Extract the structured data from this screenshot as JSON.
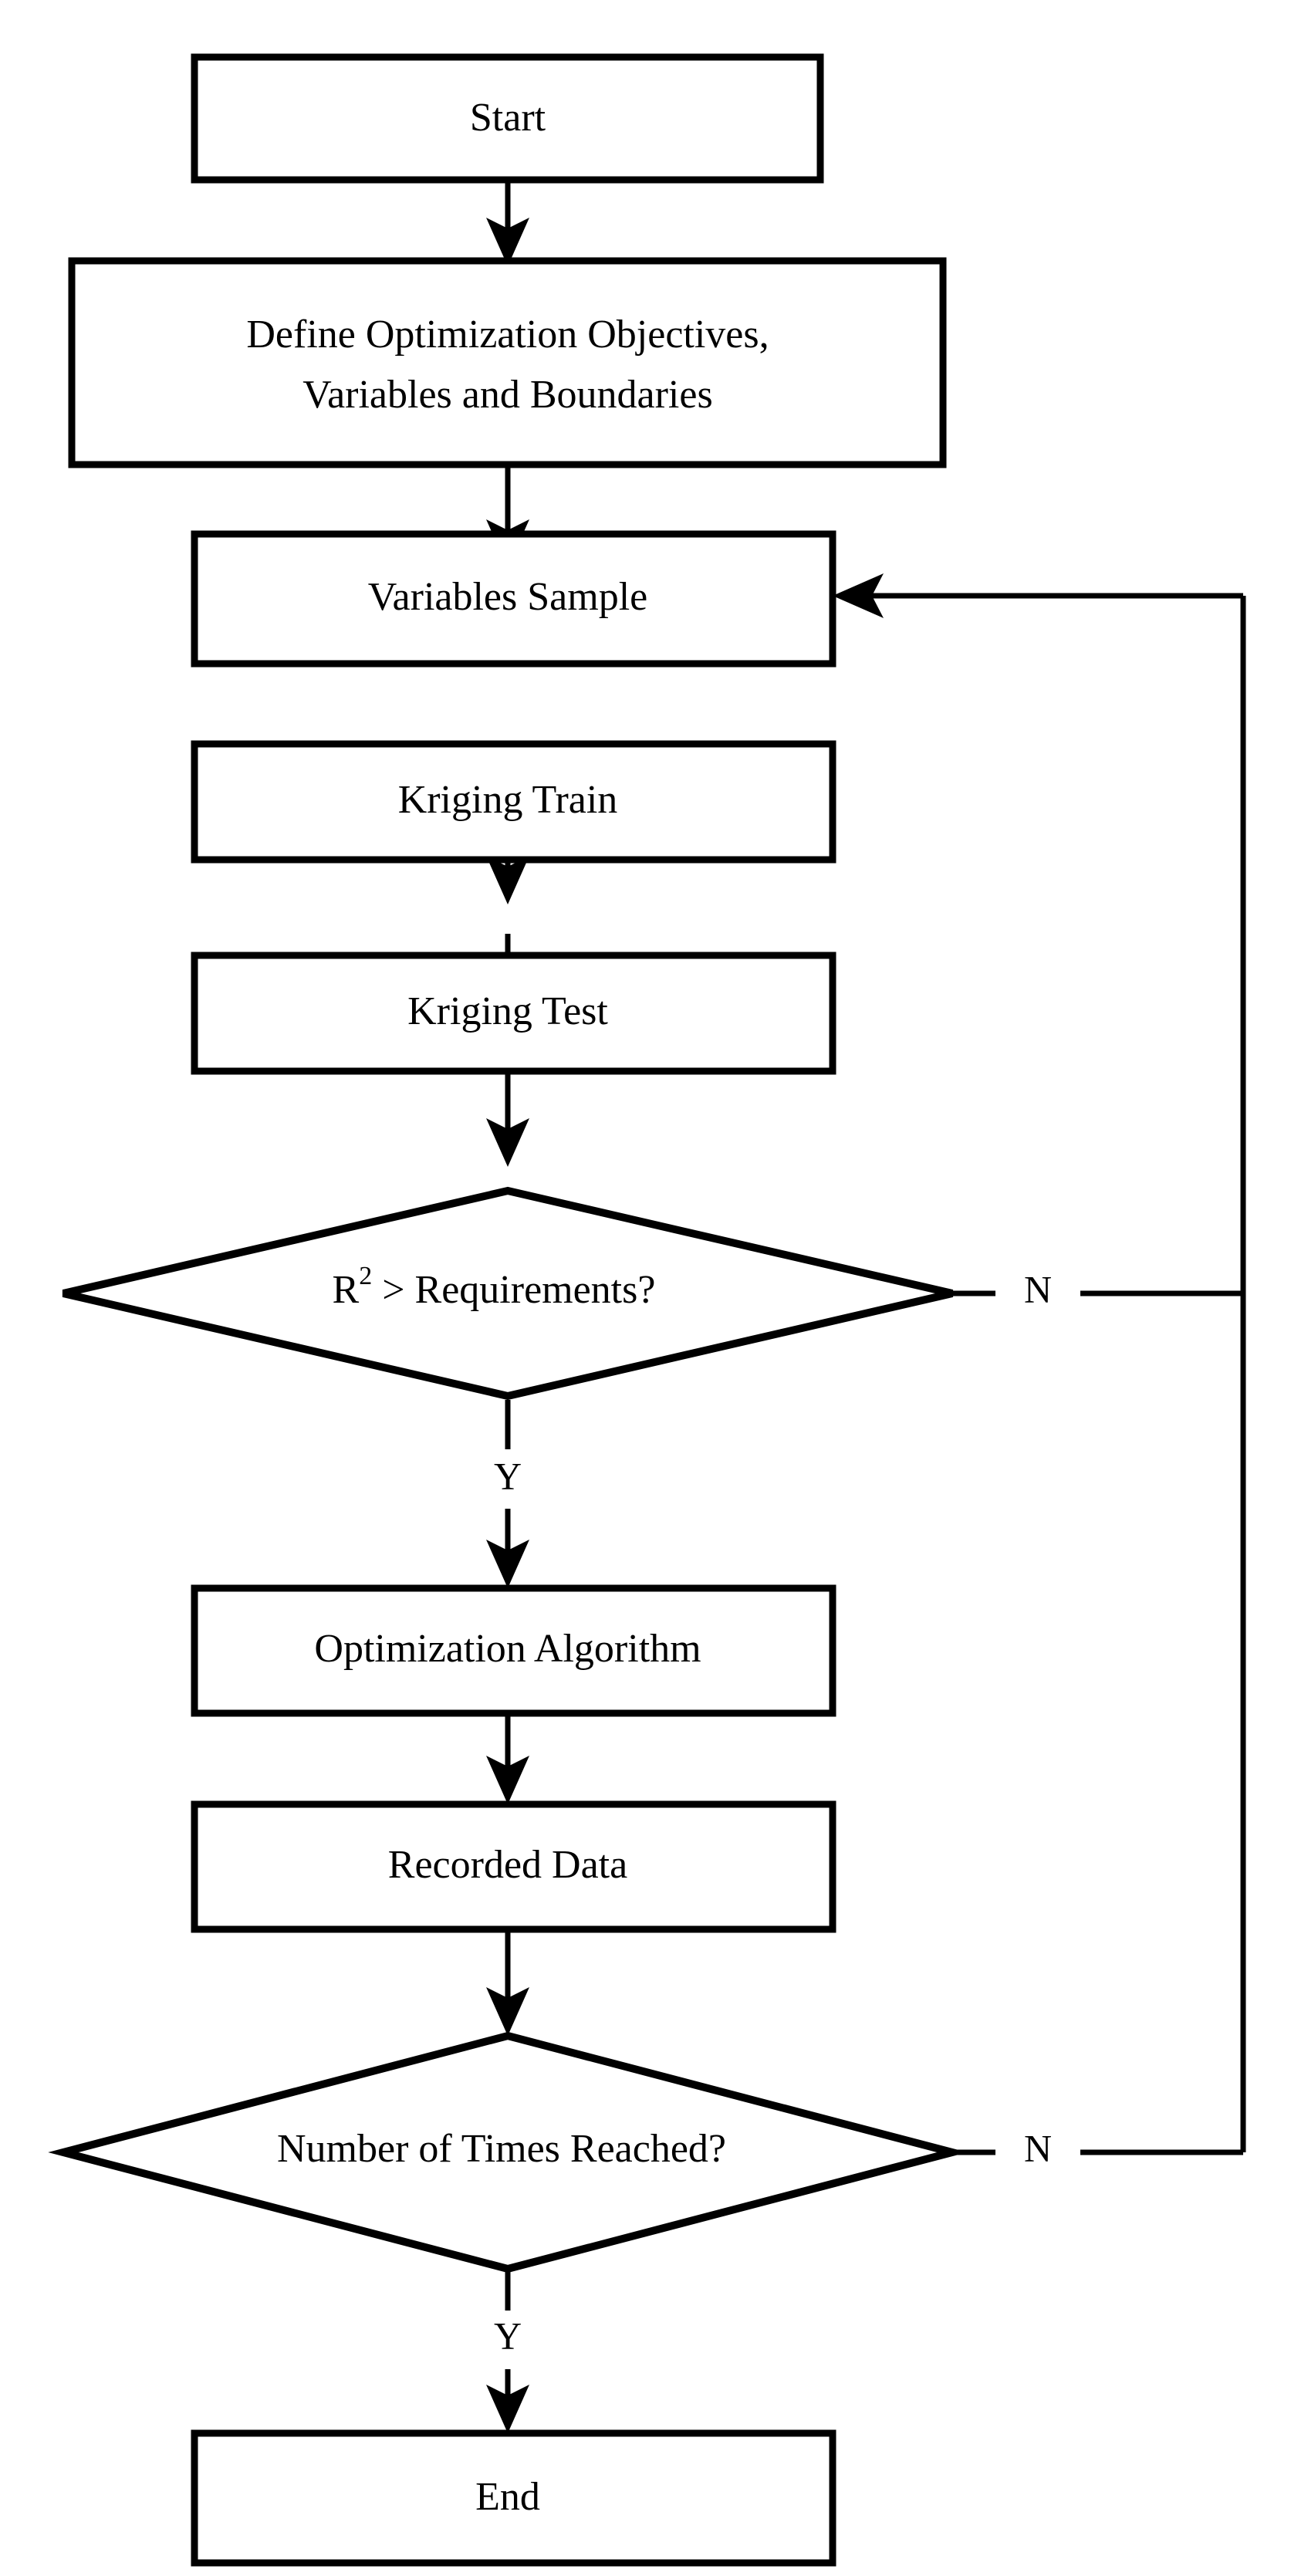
{
  "diagram": {
    "type": "flowchart",
    "title": "Kriging surrogate-based optimization flowchart",
    "orientation": "top-to-bottom",
    "background_color": "#ffffff",
    "line_color": "#000000",
    "fill_color": "#ffffff"
  },
  "nodes": {
    "start": {
      "label": "Start",
      "shape": "rectangle"
    },
    "define": {
      "label_line1": "Define Optimization Objectives,",
      "label_line2": "Variables and Boundaries",
      "shape": "rectangle"
    },
    "variables_sample": {
      "label": "Variables Sample",
      "shape": "rectangle"
    },
    "kriging_train": {
      "label": "Kriging Train",
      "shape": "rectangle"
    },
    "kriging_test": {
      "label": "Kriging Test",
      "shape": "rectangle"
    },
    "r2_check": {
      "label_prefix": "R",
      "label_superscript": "2",
      "label_suffix": " > Requirements?",
      "shape": "diamond"
    },
    "optimization_algorithm": {
      "label": "Optimization Algorithm",
      "shape": "rectangle"
    },
    "recorded_data": {
      "label": "Recorded Data",
      "shape": "rectangle"
    },
    "times_check": {
      "label": "Number of Times Reached?",
      "shape": "diamond"
    },
    "end": {
      "label": "End",
      "shape": "rectangle"
    }
  },
  "edge_labels": {
    "r2_no": "N",
    "r2_yes": "Y",
    "times_no": "N",
    "times_yes": "Y"
  },
  "edges": [
    {
      "from": "start",
      "to": "define",
      "label": ""
    },
    {
      "from": "define",
      "to": "variables_sample",
      "label": ""
    },
    {
      "from": "variables_sample",
      "to": "kriging_train",
      "label": ""
    },
    {
      "from": "kriging_train",
      "to": "kriging_test",
      "label": ""
    },
    {
      "from": "kriging_test",
      "to": "r2_check",
      "label": ""
    },
    {
      "from": "r2_check",
      "to": "optimization_algorithm",
      "label": "Y"
    },
    {
      "from": "r2_check",
      "to": "variables_sample",
      "label": "N"
    },
    {
      "from": "optimization_algorithm",
      "to": "recorded_data",
      "label": ""
    },
    {
      "from": "recorded_data",
      "to": "times_check",
      "label": ""
    },
    {
      "from": "times_check",
      "to": "end",
      "label": "Y"
    },
    {
      "from": "times_check",
      "to": "variables_sample",
      "label": "N"
    }
  ]
}
